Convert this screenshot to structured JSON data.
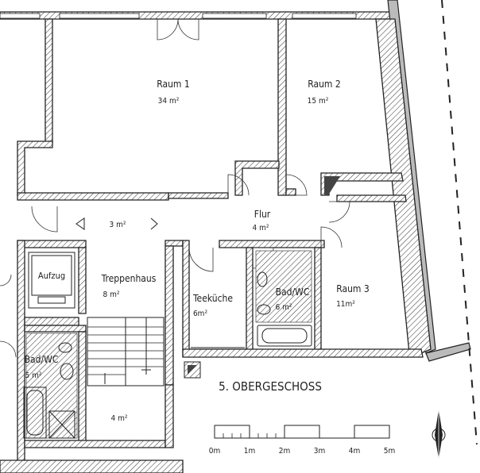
{
  "floor_title": "5. OBERGESCHOSS",
  "rooms": {
    "raum1": {
      "name": "Raum 1",
      "area": "34 m²"
    },
    "raum2": {
      "name": "Raum 2",
      "area": "15 m²"
    },
    "raum3": {
      "name": "Raum 3",
      "area": "11m²"
    },
    "flur": {
      "name": "Flur",
      "area": "4 m²"
    },
    "vorraum": {
      "name": "",
      "area": "3 m²"
    },
    "treppenhaus": {
      "name": "Treppenhaus",
      "area": "8 m²"
    },
    "aufzug": {
      "name": "Aufzug"
    },
    "teekueche": {
      "name": "Teeküche",
      "area": "6m²"
    },
    "bad_mitte": {
      "name": "Bad/WC",
      "area": "6 m²"
    },
    "bad_links": {
      "name": "Bad/WC",
      "area": "5 m²"
    },
    "abstell": {
      "name": "",
      "area": "4 m²"
    }
  },
  "scale_bar": {
    "ticks": [
      "0m",
      "1m",
      "2m",
      "3m",
      "4m",
      "5m"
    ]
  },
  "north_arrow": {
    "icon": "north-arrow-icon"
  }
}
